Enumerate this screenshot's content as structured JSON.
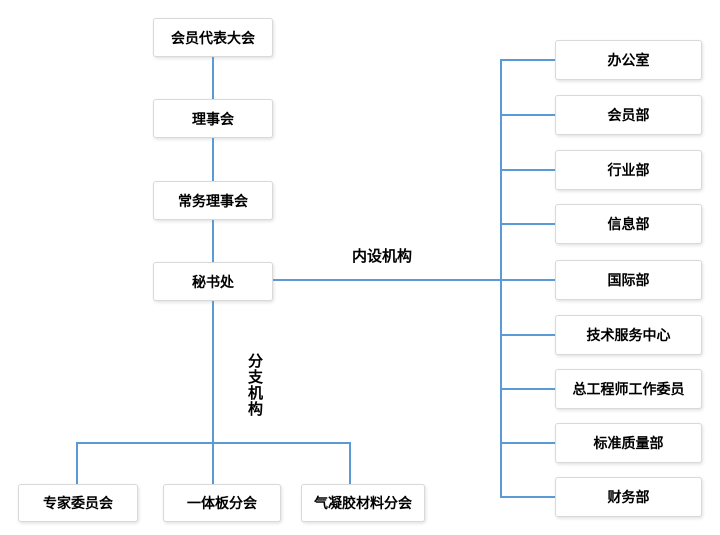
{
  "org": {
    "chain": [
      "会员代表大会",
      "理事会",
      "常务理事会",
      "秘书处"
    ],
    "labels": {
      "internal": "内设机构",
      "branch": "分支机构"
    },
    "internal_depts": [
      "办公室",
      "会员部",
      "行业部",
      "信息部",
      "国际部",
      "技术服务中心",
      "总工程师工作委员",
      "标准质量部",
      "财务部"
    ],
    "branches": [
      "专家委员会",
      "一体板分会",
      "气凝胶材料分会"
    ],
    "colors": {
      "line": "#5b9bd5",
      "box_border": "#d9d9d9",
      "box_bg": "#ffffff",
      "text": "#000000",
      "bg": "#ffffff"
    }
  }
}
